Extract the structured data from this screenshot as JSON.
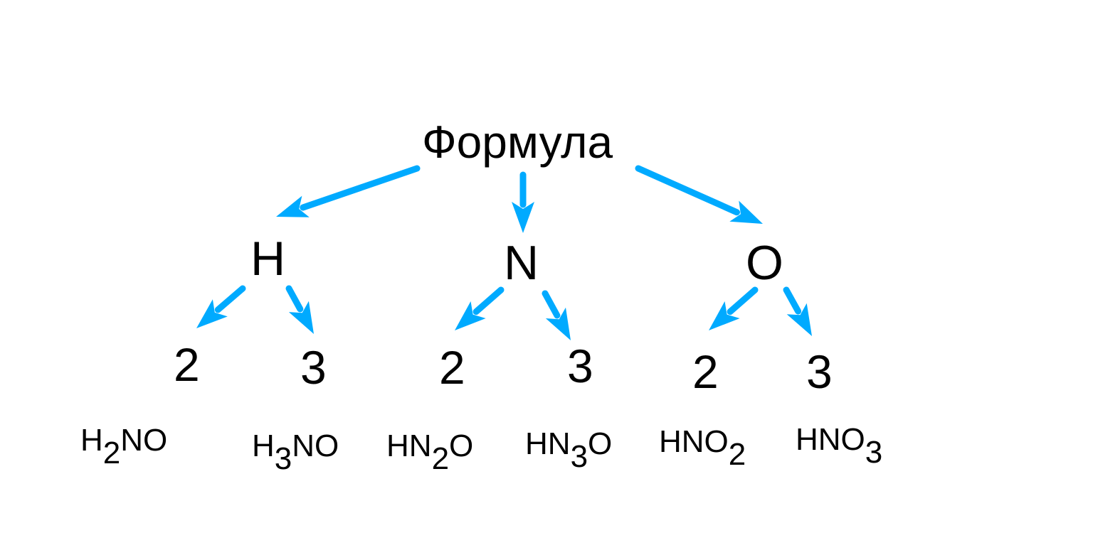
{
  "colors": {
    "arrow": "#00aaff",
    "text": "#000000",
    "background": "#ffffff"
  },
  "root": {
    "label": "Формула"
  },
  "elements": [
    {
      "symbol": "H"
    },
    {
      "symbol": "N"
    },
    {
      "symbol": "O"
    }
  ],
  "counts": {
    "h": [
      "2",
      "3"
    ],
    "n": [
      "2",
      "3"
    ],
    "o": [
      "2",
      "3"
    ]
  },
  "formulas": [
    {
      "parts": [
        "H",
        "2",
        "NO"
      ]
    },
    {
      "parts": [
        "H",
        "3",
        "NO"
      ]
    },
    {
      "parts": [
        "HN",
        "2",
        "O"
      ]
    },
    {
      "parts": [
        "HN",
        "3",
        "O"
      ]
    },
    {
      "parts": [
        "HNO",
        "2",
        ""
      ]
    },
    {
      "parts": [
        "HNO",
        "3",
        ""
      ]
    }
  ]
}
